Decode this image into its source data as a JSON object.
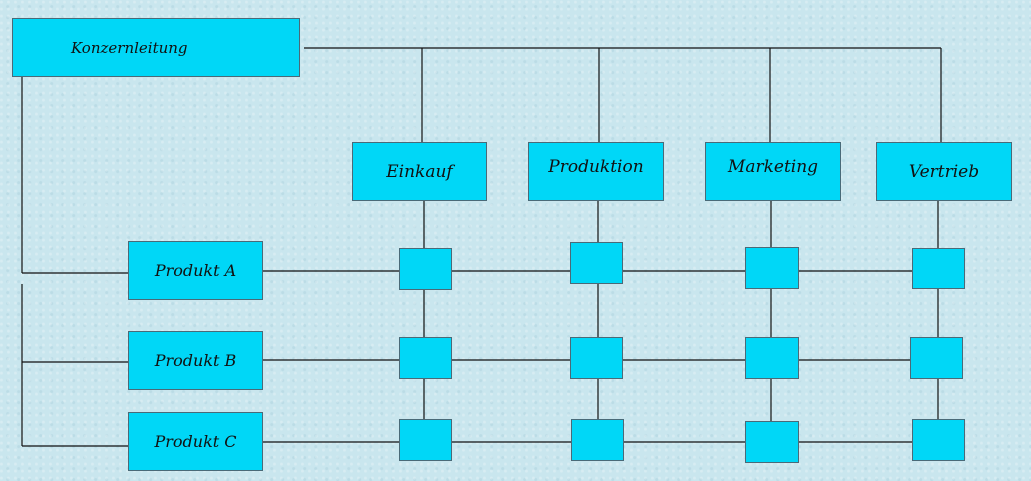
{
  "head": "Konzernleitung",
  "departments": [
    "Einkauf",
    "Produktion",
    "Marketing",
    "Vertrieb"
  ],
  "products": [
    "Produkt A",
    "Produkt B",
    "Produkt C"
  ],
  "colors": {
    "box": "#00d7f7",
    "background": "#c9e6ee",
    "line": "#111111"
  }
}
